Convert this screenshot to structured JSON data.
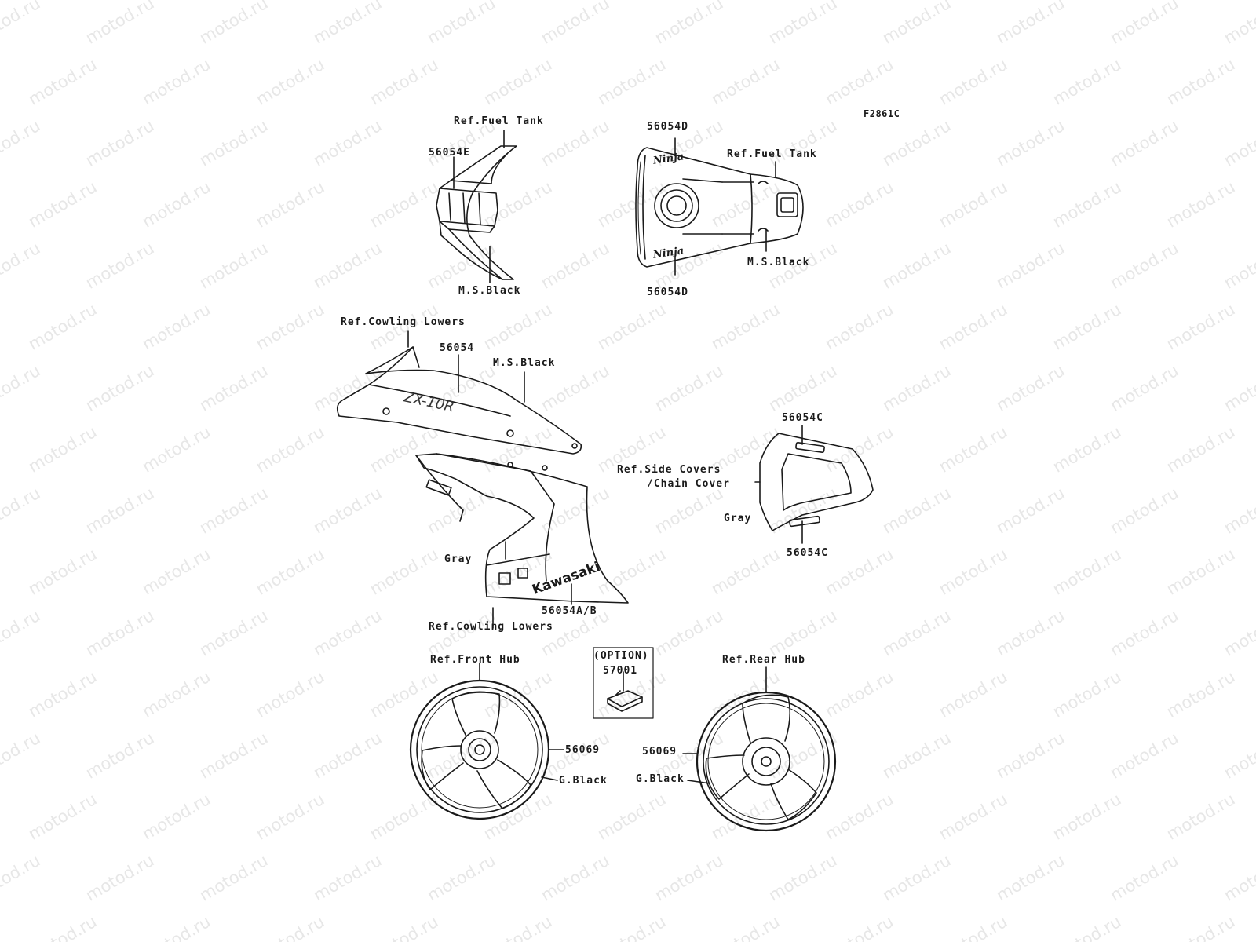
{
  "figure_code": "F2861C",
  "watermark": "motod.ru",
  "labels": {
    "ref_fuel_tank_left": "Ref.Fuel Tank",
    "part_56054E": "56054E",
    "ms_black_tail": "M.S.Black",
    "part_56054D_top": "56054D",
    "ref_fuel_tank_right": "Ref.Fuel Tank",
    "ms_black_tank": "M.S.Black",
    "part_56054D_bottom": "56054D",
    "ref_cowling_lowers_top": "Ref.Cowling Lowers",
    "part_56054": "56054",
    "ms_black_cowl": "M.S.Black",
    "gray_fairing": "Gray",
    "part_56054AB": "56054A/B",
    "ref_cowling_lowers_bottom": "Ref.Cowling Lowers",
    "part_56054C_top": "56054C",
    "ref_side_covers_1": "Ref.Side Covers",
    "ref_side_covers_2": "/Chain Cover",
    "gray_seat": "Gray",
    "part_56054C_bottom": "56054C",
    "option": "(OPTION)",
    "part_57001": "57001",
    "ref_front_hub": "Ref.Front Hub",
    "part_56069_front": "56069",
    "g_black_front": "G.Black",
    "ref_rear_hub": "Ref.Rear Hub",
    "part_56069_rear": "56069",
    "g_black_rear": "G.Black"
  },
  "decals": {
    "fairing_logo": "Kawasaki",
    "cowl_logo": "ZX-10R",
    "tank_logo": "Ninja"
  },
  "colors": {
    "line": "#1a1a1a",
    "watermark": "#e7e7e7",
    "background": "#ffffff"
  }
}
